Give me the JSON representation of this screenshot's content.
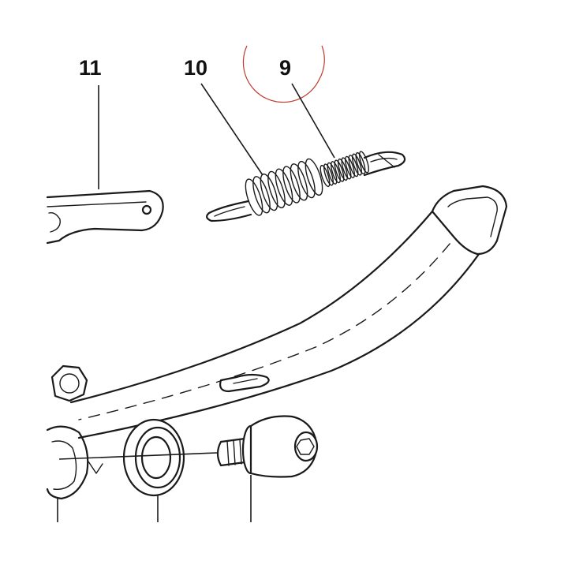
{
  "callouts": [
    {
      "id": "11",
      "label": "11"
    },
    {
      "id": "10",
      "label": "10"
    },
    {
      "id": "9",
      "label": "9"
    }
  ],
  "highlight_color": "#c0392b",
  "ink_color": "#1a1a1a",
  "background_color": "#ffffff"
}
